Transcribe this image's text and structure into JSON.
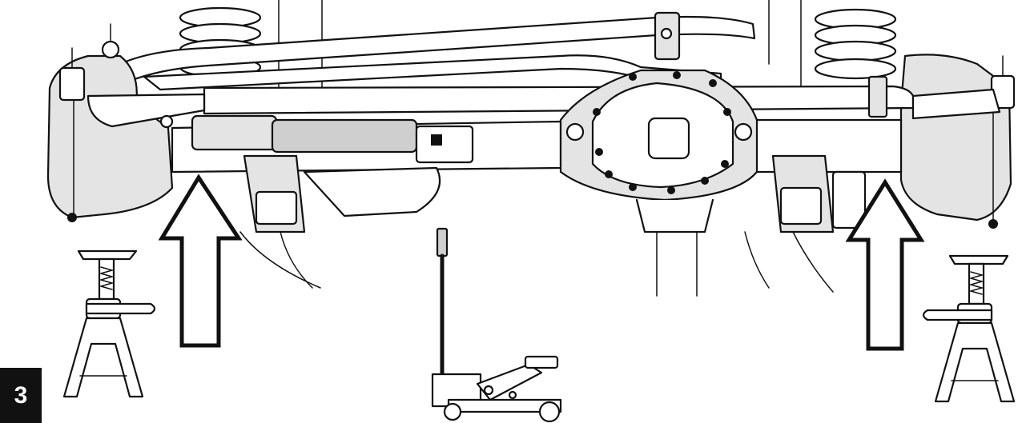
{
  "figure": {
    "step_number": "3"
  },
  "parts": {
    "arrows": [
      "lift-point-arrow-left",
      "lift-point-arrow-right"
    ],
    "stands": [
      "jack-stand-left",
      "jack-stand-right"
    ],
    "jack": "floor-jack"
  }
}
